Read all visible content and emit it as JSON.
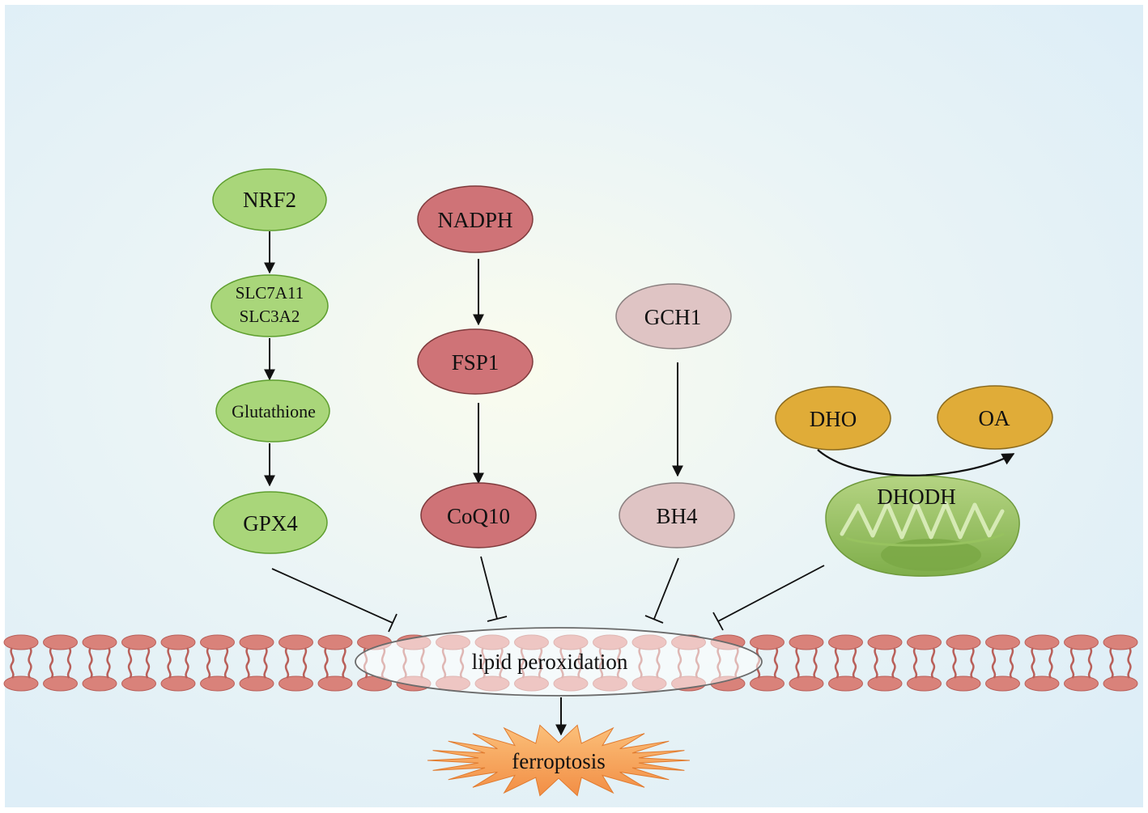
{
  "nodes": {
    "nrf2": "NRF2",
    "slc_line1": "SLC7A11",
    "slc_line2": "SLC3A2",
    "glutathione": "Glutathione",
    "gpx4": "GPX4",
    "nadph": "NADPH",
    "fsp1": "FSP1",
    "coq10": "CoQ10",
    "gch1": "GCH1",
    "bh4": "BH4",
    "dho": "DHO",
    "oa": "OA",
    "dhodh": "DHODH",
    "lipid": "lipid peroxidation",
    "ferroptosis": "ferroptosis"
  },
  "colors": {
    "green_fill": "#a9d67a",
    "green_stroke": "#5e9e2e",
    "red_fill": "#cf7377",
    "red_stroke": "#7e3a3c",
    "pink_fill": "#dfc4c4",
    "pink_stroke": "#8a7f7f",
    "gold_fill": "#e0ac38",
    "gold_stroke": "#8a6a1e",
    "membrane": "#d9827a",
    "burst": "#f5a05a"
  }
}
